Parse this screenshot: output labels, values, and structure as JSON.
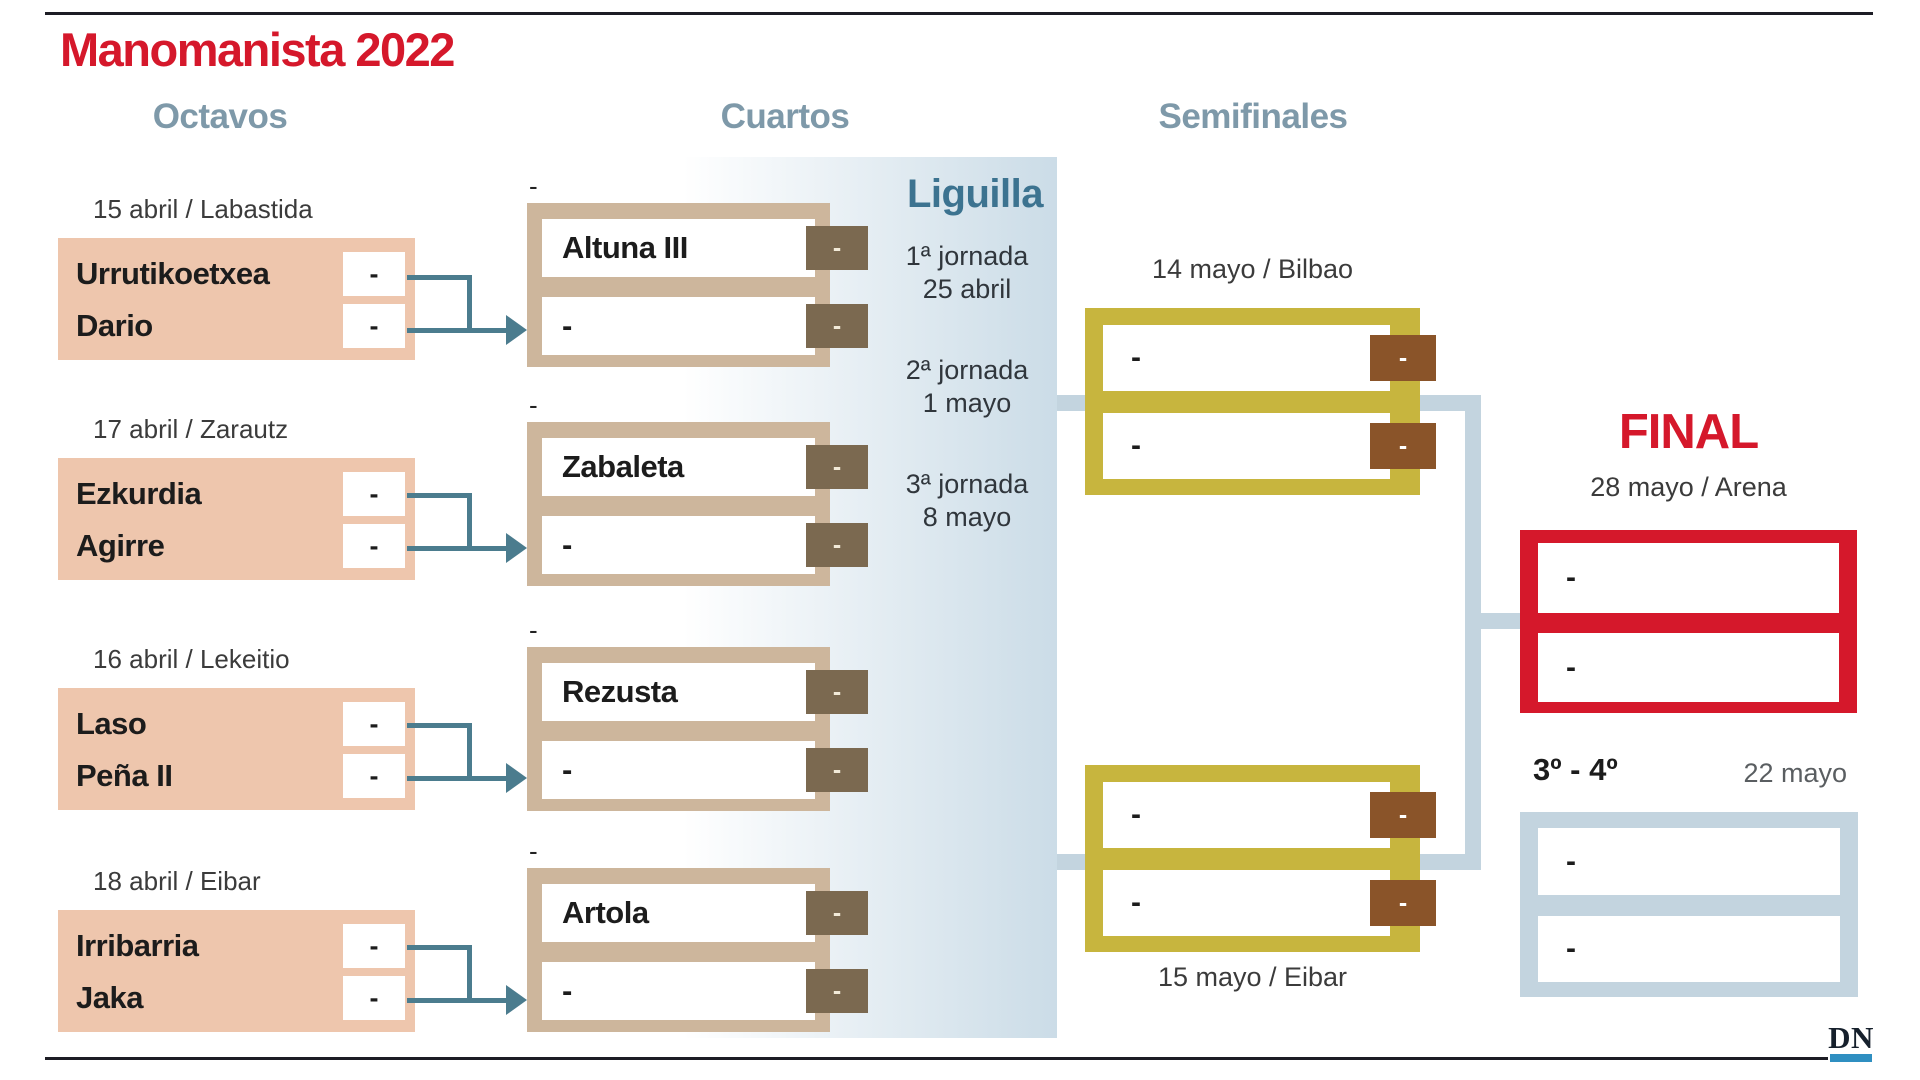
{
  "title": "Manomanista 2022",
  "column_headers": {
    "octavos": "Octavos",
    "cuartos": "Cuartos",
    "semifinales": "Semifinales"
  },
  "liguilla": {
    "title": "Liguilla",
    "jornadas": [
      {
        "label": "1ª jornada",
        "date": "25 abril"
      },
      {
        "label": "2ª jornada",
        "date": "1 mayo"
      },
      {
        "label": "3ª jornada",
        "date": "8 mayo"
      }
    ]
  },
  "octavos": [
    {
      "date": "15 abril / Labastida",
      "player1": "Urrutikoetxea",
      "player2": "Dario",
      "score1": "-",
      "score2": "-"
    },
    {
      "date": "17 abril / Zarautz",
      "player1": "Ezkurdia",
      "player2": "Agirre",
      "score1": "-",
      "score2": "-"
    },
    {
      "date": "16 abril / Lekeitio",
      "player1": "Laso",
      "player2": "Peña II",
      "score1": "-",
      "score2": "-"
    },
    {
      "date": "18 abril / Eibar",
      "player1": "Irribarria",
      "player2": "Jaka",
      "score1": "-",
      "score2": "-"
    }
  ],
  "cuartos": [
    {
      "note": "-",
      "player1": "Altuna III",
      "player2": "-",
      "score1": "-",
      "score2": "-"
    },
    {
      "note": "-",
      "player1": "Zabaleta",
      "player2": "-",
      "score1": "-",
      "score2": "-"
    },
    {
      "note": "-",
      "player1": "Rezusta",
      "player2": "-",
      "score1": "-",
      "score2": "-"
    },
    {
      "note": "-",
      "player1": "Artola",
      "player2": "-",
      "score1": "-",
      "score2": "-"
    }
  ],
  "semifinales": [
    {
      "date": "14 mayo / Bilbao",
      "player1": "-",
      "player2": "-",
      "score1": "-",
      "score2": "-"
    },
    {
      "date": "15 mayo / Eibar",
      "player1": "-",
      "player2": "-",
      "score1": "-",
      "score2": "-"
    }
  ],
  "final": {
    "title": "FINAL",
    "date": "28 mayo / Arena",
    "player1": "-",
    "player2": "-"
  },
  "third_place": {
    "title": "3º - 4º",
    "date": "22 mayo",
    "player1": "-",
    "player2": "-"
  },
  "logo": "DN",
  "colors": {
    "red": "#d5182b",
    "header-blue": "#7e99a9",
    "liguilla-teal": "#3c7390",
    "salmon": "#eec6ad",
    "tan": "#cdb69c",
    "taupe": "#7b6950",
    "chestnut": "#8a5429",
    "olive": "#c7b53e",
    "lightblue": "#c3d4df",
    "teal-line": "#4b7c8e",
    "band-blue": "#cbdce7",
    "logo-blue": "#2f8fc1",
    "ink": "#1c1c1c",
    "date-gray": "#3b3b3b",
    "muted-gray": "#5a5e61",
    "rule-dark": "#1d1d25"
  }
}
